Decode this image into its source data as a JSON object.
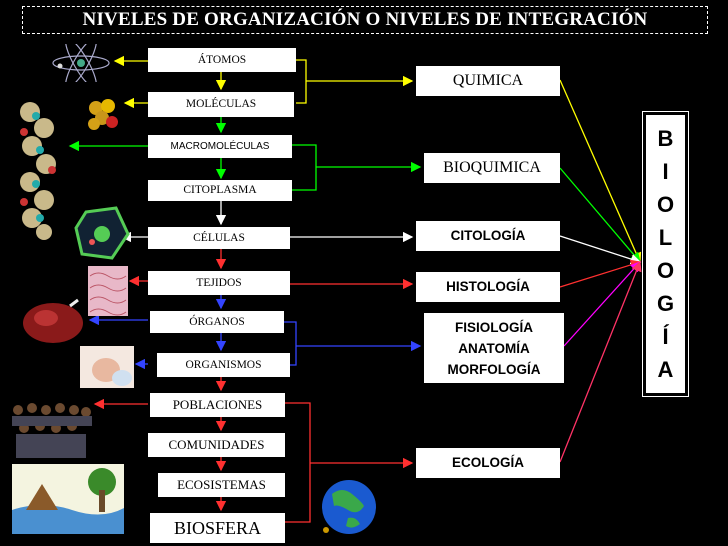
{
  "title": "NIVELES DE ORGANIZACIÓN O NIVELES DE INTEGRACIÓN",
  "levels": [
    "ÁTOMOS",
    "MOLÉCULAS",
    "MACROMOLÉCULAS",
    "CITOPLASMA",
    "CÉLULAS",
    "TEJIDOS",
    "ÓRGANOS",
    "ORGANISMOS",
    "POBLACIONES",
    "COMUNIDADES",
    "ECOSISTEMAS",
    "BIOSFERA"
  ],
  "disciplines": {
    "quimica": "QUIMICA",
    "bioquimica": "BIOQUIMICA",
    "citologia": "CITOLOGÍA",
    "histologia": "HISTOLOGÍA",
    "fisiologia": "FISIOLOGÍA",
    "anatomia": "ANATOMÍA",
    "morfologia": "MORFOLOGÍA",
    "ecologia": "ECOLOGÍA"
  },
  "biologia": [
    "B",
    "I",
    "O",
    "L",
    "O",
    "G",
    "Í",
    "A"
  ],
  "colors": {
    "yellow": "#ffff00",
    "green": "#00ff00",
    "white": "#ffffff",
    "red": "#ff3030",
    "blue": "#3344ff",
    "magenta": "#ff00ff",
    "pink": "#ff3366"
  }
}
